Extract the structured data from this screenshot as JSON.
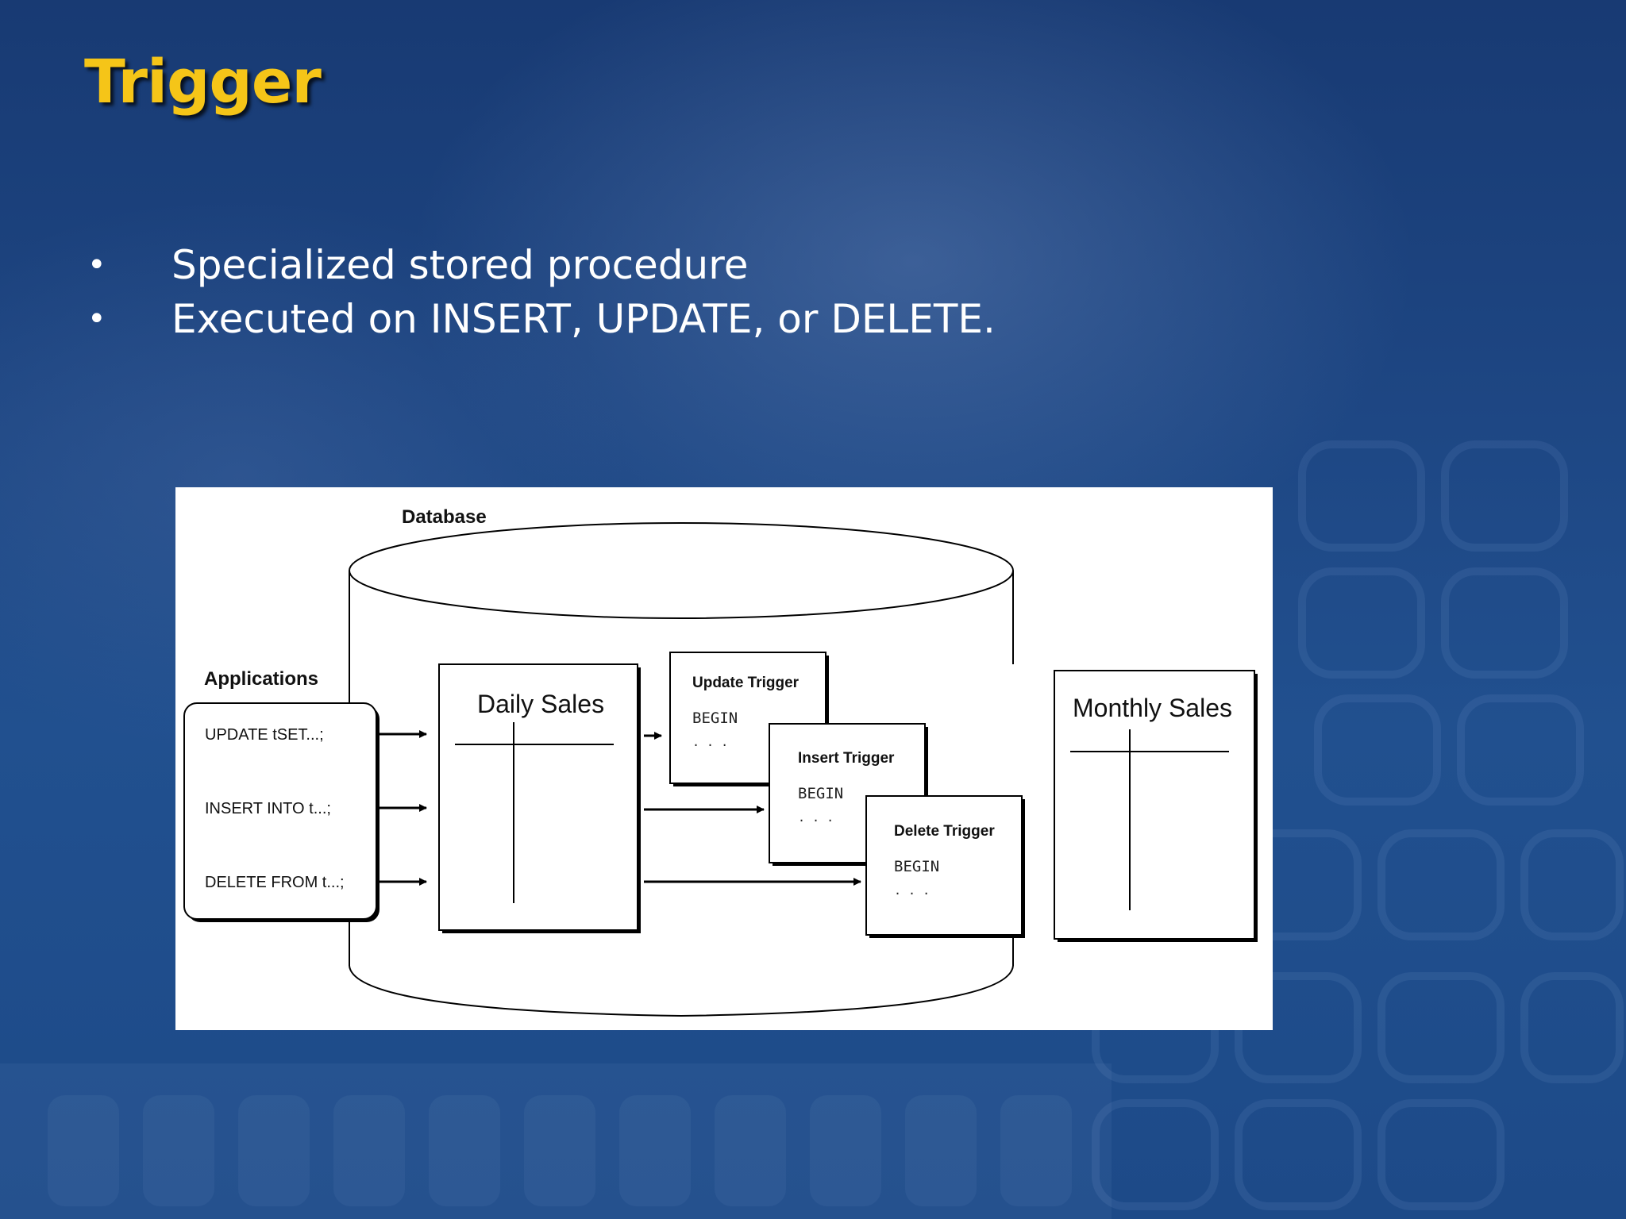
{
  "slide": {
    "title": "Trigger",
    "bullets": [
      "Specialized stored procedure",
      "Executed on INSERT, UPDATE, or DELETE."
    ]
  },
  "diagram": {
    "database_label": "Database",
    "applications_label": "Applications",
    "statements": [
      "UPDATE tSET...;",
      "INSERT INTO t...;",
      "DELETE FROM t...;"
    ],
    "daily_sales": "Daily Sales",
    "monthly_sales": "Monthly Sales",
    "triggers": [
      {
        "name": "Update Trigger",
        "body": "BEGIN",
        "ellipsis": ". . ."
      },
      {
        "name": "Insert Trigger",
        "body": "BEGIN",
        "ellipsis": ". . ."
      },
      {
        "name": "Delete Trigger",
        "body": "BEGIN",
        "ellipsis": ". . ."
      }
    ]
  },
  "colors": {
    "title": "#f5c518",
    "bullet_text": "#ffffff",
    "background": "#1e4784"
  }
}
